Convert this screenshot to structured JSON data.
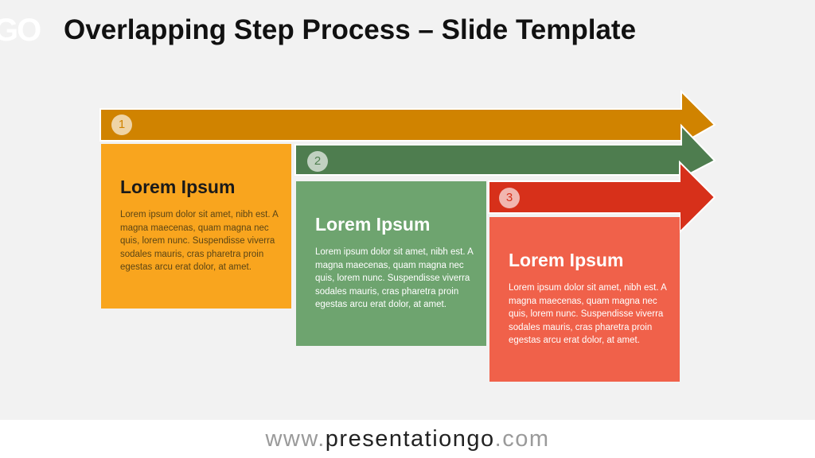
{
  "slide": {
    "title": "Overlapping Step Process – Slide Template",
    "logo_text": "GO"
  },
  "steps": [
    {
      "number": "1",
      "heading": "Lorem Ipsum",
      "body": "Lorem ipsum dolor sit amet, nibh est. A magna maecenas,  quam magna nec quis, lorem nunc. Suspendisse viverra sodales mauris, cras pharetra proin egestas arcu erat dolor, at amet.",
      "arrow_color": "#D08300",
      "card_color": "#F9A51E",
      "heading_color": "#1a1a1a",
      "body_color": "#5b4515"
    },
    {
      "number": "2",
      "heading": "Lorem Ipsum",
      "body": "Lorem ipsum dolor sit amet, nibh est. A magna maecenas,  quam magna nec quis, lorem nunc. Suspendisse viverra sodales mauris, cras pharetra proin egestas arcu erat dolor, at amet.",
      "arrow_color": "#4E7D4F",
      "card_color": "#6EA46F",
      "heading_color": "#ffffff",
      "body_color": "#ffffff"
    },
    {
      "number": "3",
      "heading": "Lorem Ipsum",
      "body": "Lorem ipsum dolor sit amet, nibh est. A magna maecenas,  quam magna nec quis, lorem nunc. Suspendisse viverra sodales mauris, cras pharetra proin egestas arcu erat dolor, at amet.",
      "arrow_color": "#D7301A",
      "card_color": "#F0614A",
      "heading_color": "#ffffff",
      "body_color": "#ffffff"
    }
  ],
  "footer": {
    "prefix": "www.",
    "brand": "presentationgo",
    "suffix": ".com"
  }
}
